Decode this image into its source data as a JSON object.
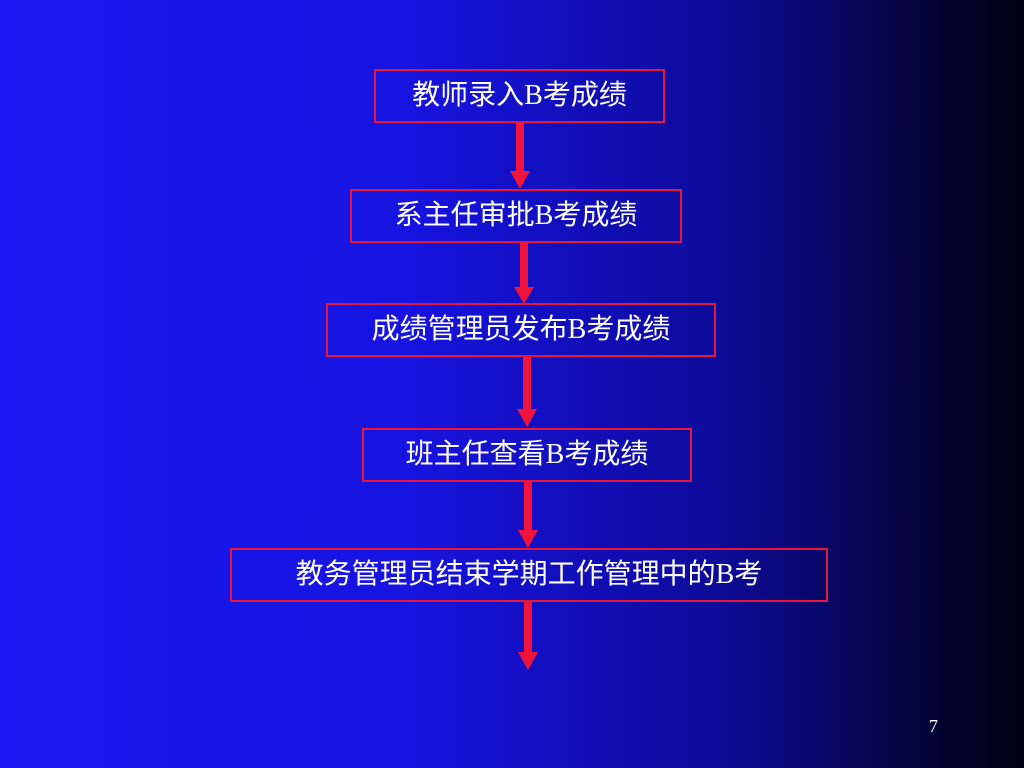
{
  "flow": {
    "steps": [
      "教师录入B考成绩",
      "系主任审批B考成绩",
      "成绩管理员发布B考成绩",
      "班主任查看B考成绩",
      "教务管理员结束学期工作管理中的B考"
    ]
  },
  "page_number": "7",
  "colors": {
    "arrow": "#f0143c",
    "box_border": "#e8163a",
    "text": "#ffffff",
    "background_left": "#1a17f2",
    "background_right": "#000012"
  }
}
